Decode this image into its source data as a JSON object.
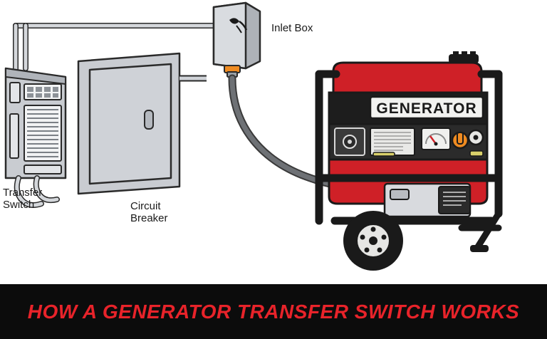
{
  "banner": {
    "title": "HOW A GENERATOR TRANSFER SWITCH WORKS",
    "background_color": "#0c0c0c",
    "text_color": "#e8232a"
  },
  "diagram": {
    "type": "illustration",
    "description": "Wiring diagram showing a transfer switch and circuit breaker panel connected by a conduit to an exterior inlet box, with a generator cord running to a portable generator",
    "labels": [
      {
        "id": "inlet-box",
        "text": "Inlet Box"
      },
      {
        "id": "transfer-switch",
        "text": "Transfer\nSwitch"
      },
      {
        "id": "circuit-breaker",
        "text": "Circuit\nBreaker"
      }
    ],
    "generator": {
      "badge_text": "GENERATOR",
      "badge_background": "#f2f2f0",
      "body_color": "#cf2027",
      "frame_color": "#1a1a1a",
      "panel_color": "#2b2b2b",
      "knob_color": "#f08a1e"
    },
    "colors": {
      "panel_fill": "#c9ccd1",
      "panel_stroke": "#3a3a3a",
      "inlet_box_fill": "#d7dade",
      "cord_color": "#585858",
      "conduit_color": "#b8bcc2",
      "outline": "#2a2a2a"
    }
  }
}
